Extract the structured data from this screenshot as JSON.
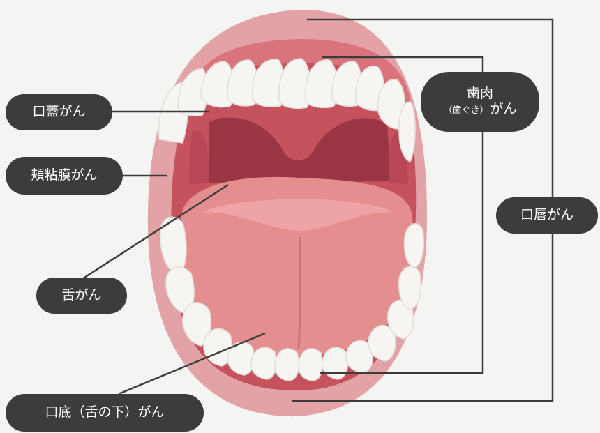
{
  "labels": {
    "palate": "口蓋がん",
    "buccal": "頬粘膜がん",
    "tongue": "舌がん",
    "floor": "口底（舌の下）がん",
    "gum_line1": "歯肉",
    "gum_line2_small": "（歯ぐき）",
    "gum_line2_main": "がん",
    "lip": "口唇がん"
  },
  "colors": {
    "background": "#f4f4f3",
    "label_fill": "#3b3d3c",
    "label_text": "#ffffff",
    "leader_line": "#3b3d3c",
    "lip": "#e3a3a6",
    "mouth_interior": "#c5525c",
    "throat": "#9a3644",
    "tongue": "#e48e90",
    "teeth": "#f7f5f2"
  }
}
